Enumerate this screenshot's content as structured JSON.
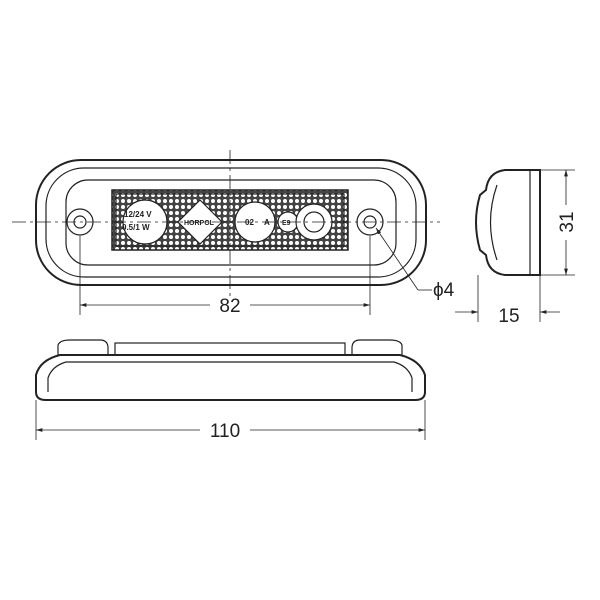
{
  "dimensions": {
    "hole_spacing": "82",
    "overall_length": "110",
    "height": "31",
    "depth": "15",
    "hole_diameter": "ϕ4"
  },
  "lamp_markings": {
    "voltage": "12/24 V",
    "power": "0.5/1 W",
    "brand": "HORPOL",
    "code": "02",
    "class": "A",
    "approval": "E9"
  }
}
